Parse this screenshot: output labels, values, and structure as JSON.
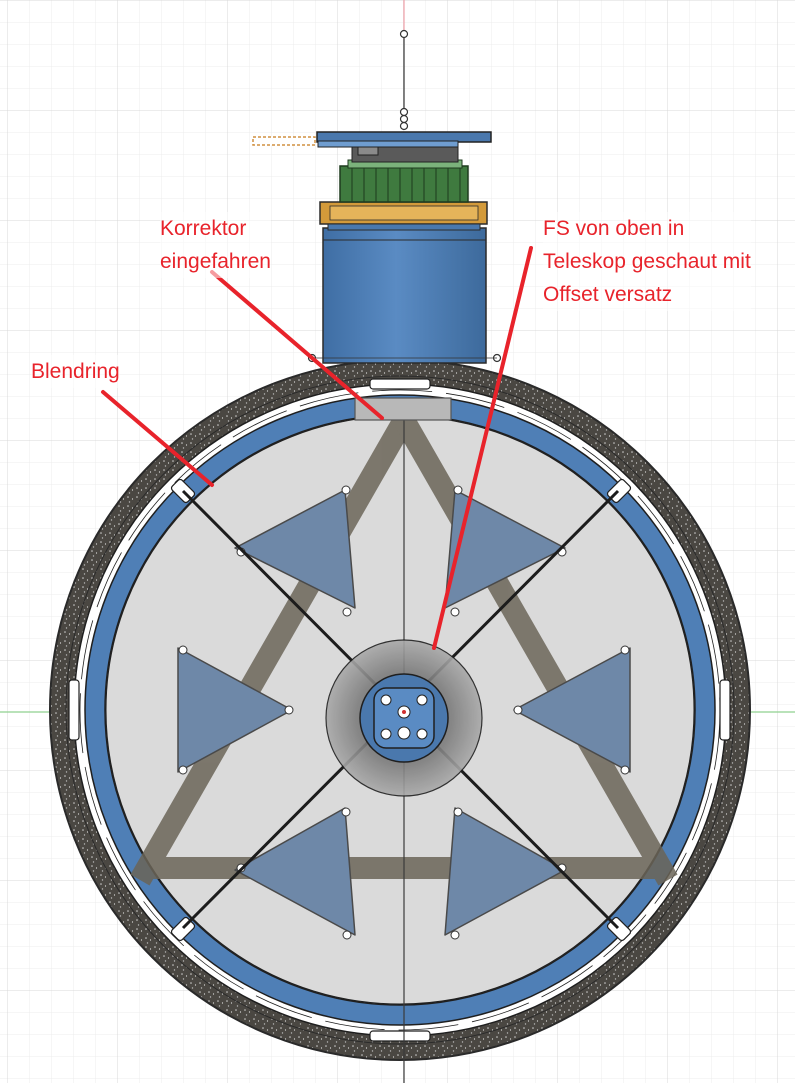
{
  "annotations": {
    "korrektor": "Korrektor\neingefahren",
    "blendring": "Blendring",
    "fs": "FS von oben in\nTeleskop geschaut mit\nOffset versatz"
  },
  "colors": {
    "annotation": "#e8232b",
    "focuser_body": "#4a78ad",
    "blend_ring": "#4f7fb6",
    "tube_wall": "#4a4742",
    "spider_vane": "#1c1c1c",
    "background_grid": "#e2e2e2",
    "axis_green": "#8fd18f",
    "axis_red": "#f0a0a8",
    "gear_green": "#3f7a3f",
    "brass": "#d39a3a"
  }
}
